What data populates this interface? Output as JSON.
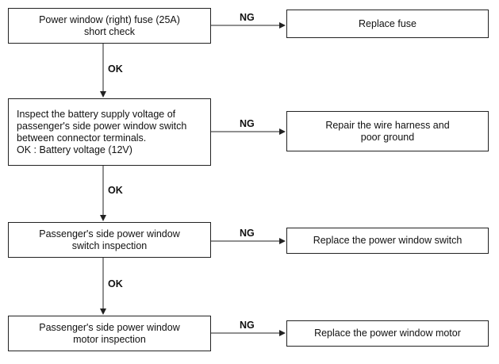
{
  "steps": [
    {
      "text": "Power window (right) fuse (25A)\nshort check",
      "ng_label": "NG",
      "ng_action": "Replace fuse"
    },
    {
      "text": "Inspect the battery supply voltage of\npassenger's side power window switch\nbetween connector terminals.\nOK : Battery voltage (12V)",
      "ng_label": "NG",
      "ng_action": "Repair the wire harness and\npoor ground"
    },
    {
      "text": "Passenger's side power window\nswitch inspection",
      "ng_label": "NG",
      "ng_action": "Replace the power window switch"
    },
    {
      "text": "Passenger's side power window\nmotor inspection",
      "ng_label": "NG",
      "ng_action": "Replace the power window motor"
    }
  ],
  "ok_labels": [
    "OK",
    "OK",
    "OK"
  ]
}
